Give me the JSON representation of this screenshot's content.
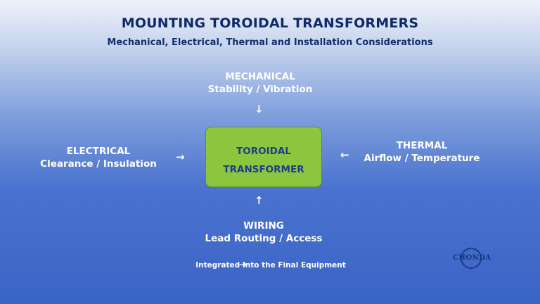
{
  "title": "MOUNTING TOROIDAL TRANSFORMERS",
  "subtitle": "Mechanical, Electrical, Thermal and Installation Considerations",
  "nodes": {
    "mechanical": {
      "heading": "MECHANICAL",
      "detail": "Stability / Vibration"
    },
    "electrical": {
      "heading": "ELECTRICAL",
      "detail": "Clearance / Insulation"
    },
    "thermal": {
      "heading": "THERMAL",
      "detail": "Airflow / Temperature"
    },
    "wiring": {
      "heading": "WIRING",
      "detail": "Lead Routing / Access"
    }
  },
  "center": {
    "line1": "TOROIDAL",
    "line2": "TRANSFORMER",
    "color": "#8cc63f"
  },
  "arrows": {
    "down": "↓",
    "right": "→",
    "left": "←",
    "up": "↑"
  },
  "footer": {
    "text": "Integrated Into the Final Equipment",
    "arrow": "→"
  },
  "logo": {
    "text": "CHONDA"
  },
  "colors": {
    "title": "#0f2a6b",
    "background_bottom": "#3a64c6",
    "text": "#ffffff"
  }
}
